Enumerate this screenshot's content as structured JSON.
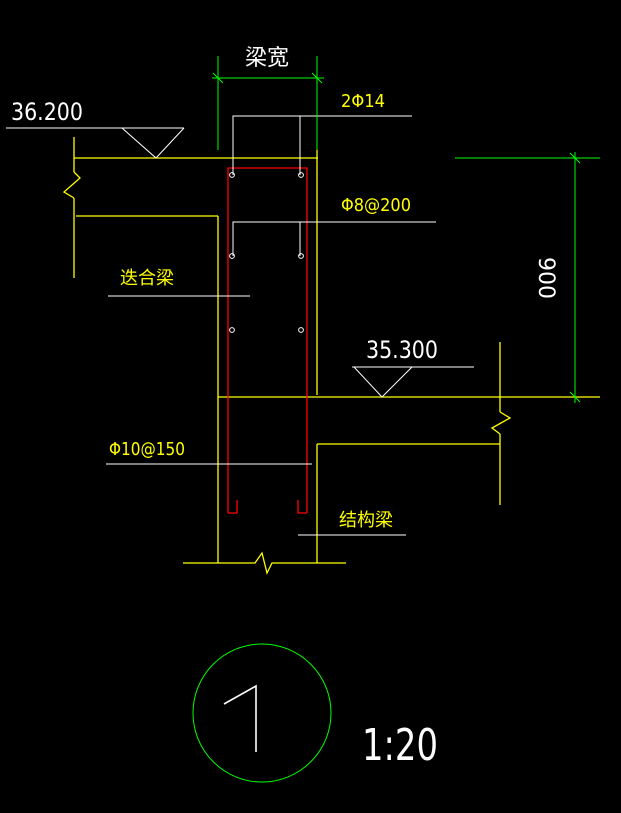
{
  "labels": {
    "beam_width": "梁宽",
    "elev_upper": "36.200",
    "elev_lower": "35.300",
    "rebar_top": "2Φ14",
    "stirrup_upper": "Φ8@200",
    "stirrup_lower": "Φ10@150",
    "composite_beam": "迭合梁",
    "structural_beam": "结构梁",
    "dimension_900": "900",
    "detail_number": "1",
    "scale": "1:20"
  },
  "colors": {
    "background": "#000000",
    "structure": "#ffff00",
    "dimension": "#00ff00",
    "leader": "#ffffff",
    "rebar": "#ff0000",
    "text_yellow": "#ffff00",
    "text_white": "#ffffff"
  }
}
